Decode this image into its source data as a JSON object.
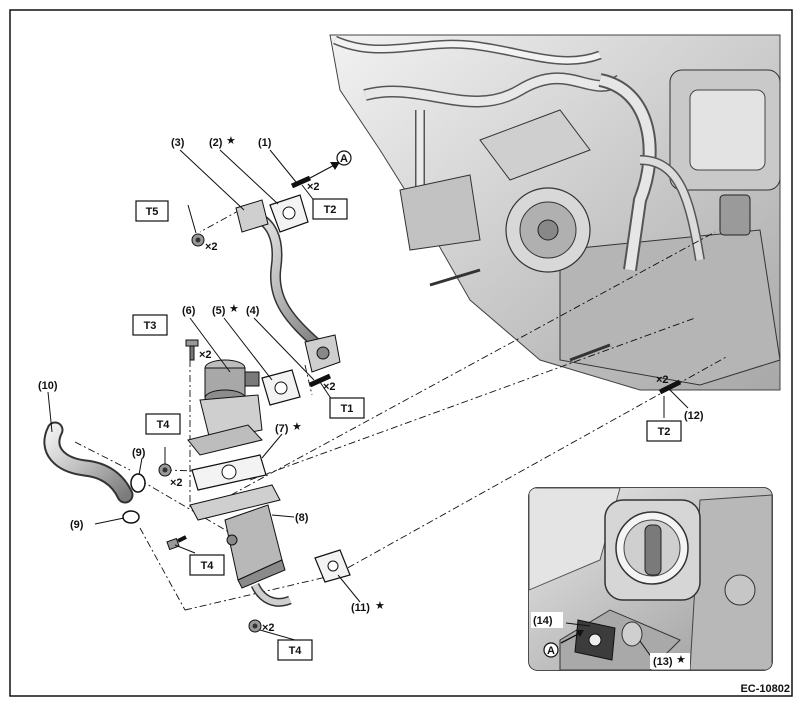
{
  "document_id": "EC-10802",
  "star_symbol": "★",
  "callouts": {
    "c1": "(1)",
    "c2": "(2)",
    "c3": "(3)",
    "c4": "(4)",
    "c5": "(5)",
    "c6": "(6)",
    "c7": "(7)",
    "c8": "(8)",
    "c9a": "(9)",
    "c9b": "(9)",
    "c10": "(10)",
    "c11": "(11)",
    "c12": "(12)",
    "c13": "(13)",
    "c14": "(14)"
  },
  "torque_labels": {
    "t5": "T5",
    "t2a": "T2",
    "t3": "T3",
    "t1": "T1",
    "t4a": "T4",
    "t4b": "T4",
    "t4c": "T4",
    "t2b": "T2"
  },
  "multipliers": {
    "m1": "×2",
    "m2": "×2",
    "m3": "×2",
    "m4": "×2",
    "m5": "×2",
    "m6": "×2",
    "m7": "×2"
  },
  "reference_marks": {
    "a_main": "A",
    "a_inset": "A"
  },
  "colors": {
    "line": "#111111",
    "part_light": "#d4d4d4",
    "part_mid": "#a9a9a9",
    "part_dark": "#6e6e6e",
    "engine_light": "#e6e6e6",
    "engine_mid": "#bdbdbd",
    "inset_bg": "#cfcfcf"
  }
}
